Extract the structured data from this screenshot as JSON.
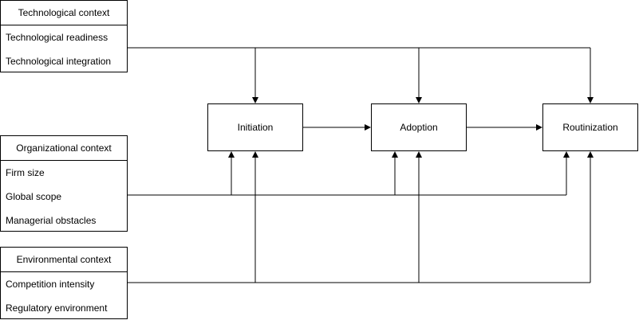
{
  "contexts": {
    "technological": {
      "title": "Technological context",
      "items": [
        "Technological readiness",
        "Technological integration"
      ]
    },
    "organizational": {
      "title": "Organizational context",
      "items": [
        "Firm size",
        "Global scope",
        "Managerial obstacles"
      ]
    },
    "environmental": {
      "title": "Environmental context",
      "items": [
        "Competition intensity",
        "Regulatory environment"
      ]
    }
  },
  "stages": {
    "initiation": "Initiation",
    "adoption": "Adoption",
    "routinization": "Routinization"
  },
  "colors": {
    "stroke": "#000000",
    "background": "#ffffff"
  }
}
